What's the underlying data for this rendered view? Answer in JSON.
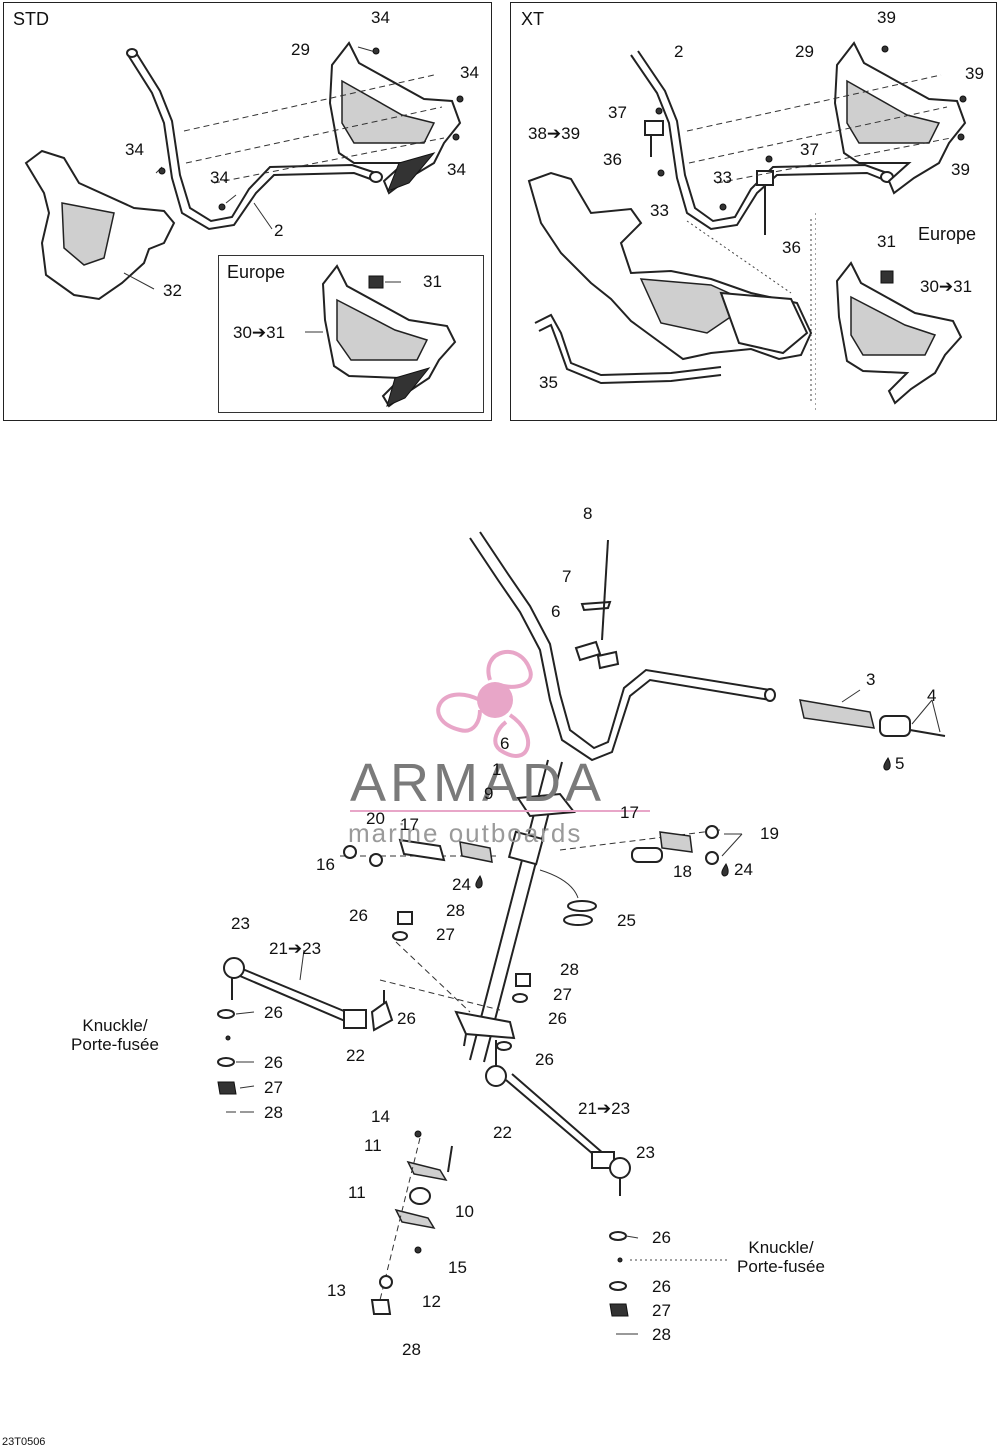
{
  "panels": {
    "std": {
      "title": "STD",
      "europe_title": "Europe",
      "labels": [
        "34",
        "29",
        "34",
        "34",
        "34",
        "34",
        "2",
        "32",
        "31",
        "30➔31"
      ]
    },
    "xt": {
      "title": "XT",
      "europe_title": "Europe",
      "labels": [
        "39",
        "2",
        "29",
        "39",
        "37",
        "38➔39",
        "36",
        "37",
        "33",
        "33",
        "39",
        "36",
        "31",
        "30➔31",
        "35"
      ]
    }
  },
  "main": {
    "labels": [
      "8",
      "7",
      "6",
      "3",
      "4",
      "5",
      "6",
      "1",
      "9",
      "17",
      "19",
      "20",
      "17",
      "16",
      "18",
      "24",
      "24",
      "26",
      "28",
      "25",
      "27",
      "23",
      "21➔23",
      "28",
      "27",
      "26",
      "26",
      "26",
      "22",
      "26",
      "26",
      "27",
      "28",
      "22",
      "21➔23",
      "14",
      "11",
      "23",
      "10",
      "11",
      "15",
      "13",
      "12",
      "28",
      "26",
      "26",
      "27",
      "28"
    ],
    "knuckle_left": "Knuckle/\nPorte-fusée",
    "knuckle_right": "Knuckle/\nPorte-fusée"
  },
  "watermark": {
    "brand": "ARMADA",
    "tagline": "marine outboards",
    "accent_color": "#e8a6c8"
  },
  "drawing_code": "23T0506",
  "icons": [
    "propeller-logo-icon",
    "oil-drop-icon"
  ]
}
